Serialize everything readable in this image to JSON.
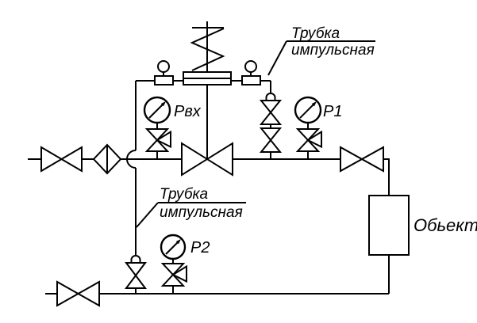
{
  "colors": {
    "line": "#000000",
    "background": "#ffffff"
  },
  "labels": {
    "impulse_top": {
      "line1": "Трубка",
      "line2": "импульсная"
    },
    "impulse_bottom": {
      "line1": "Трубка",
      "line2": "импульсная"
    },
    "gauge_inlet": "Рвх",
    "gauge_p1": "Р1",
    "gauge_p2": "Р2",
    "object": "Обьект"
  },
  "components": [
    "shutoff-valve",
    "gas-filter",
    "pressure-regulator-valve",
    "regulator-spring",
    "diaphragm-actuator",
    "pilot-fitting",
    "impulse-tube",
    "pipe-crossover-hop",
    "needle-valve-with-cap",
    "pressure-gauge",
    "three-way-gauge-valve",
    "outlet-valve",
    "object-box",
    "return-line-valve"
  ]
}
